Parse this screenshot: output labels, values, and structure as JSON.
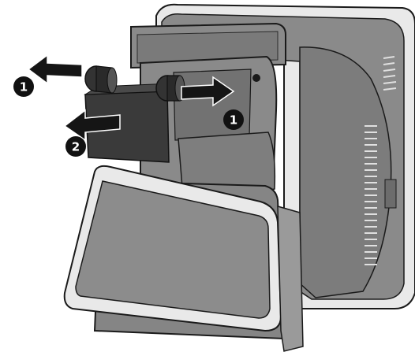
{
  "figure": {
    "callouts": [
      {
        "label": "1",
        "target": "left-hinge-cap"
      },
      {
        "label": "1",
        "target": "right-hinge-cap"
      },
      {
        "label": "2",
        "target": "hinge-cover"
      }
    ],
    "colors": {
      "housing": "#8a8a8a",
      "housing_dark": "#6c6c6c",
      "bezel": "#e9e9e9",
      "outline": "#1a1a1a",
      "cover": "#3a3a3a",
      "arrow": "#151515",
      "badge": "#111111"
    },
    "icons": [
      "arrow-left-icon",
      "arrow-right-icon",
      "callout-badge"
    ]
  }
}
